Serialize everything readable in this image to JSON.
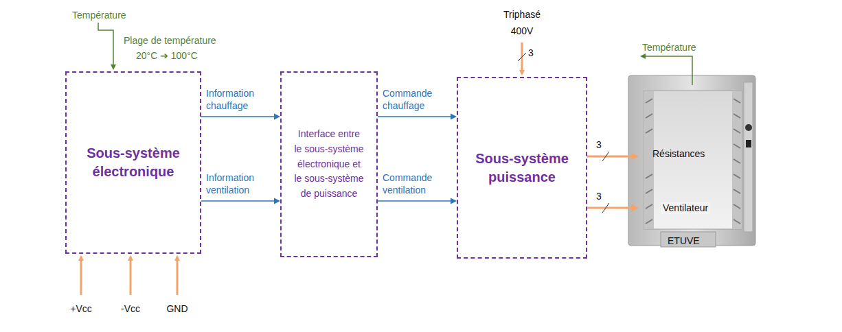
{
  "diagram": {
    "nodes": [
      {
        "text": [
          "Sous-système électronique"
        ]
      },
      {
        "text": [
          "Interface entre le sous-système électronique et le sous-système de puissance"
        ]
      },
      {
        "text": [
          "Sous-système puissance"
        ]
      },
      {
        "text": [
          "Résistances",
          "Ventilateur",
          "ETUVE"
        ]
      }
    ],
    "edges": [
      {
        "from": 0,
        "to": 1,
        "arrow": "to",
        "label": "Information chauffage"
      },
      {
        "from": 0,
        "to": 1,
        "arrow": "to",
        "label": "Information ventilation"
      },
      {
        "from": 1,
        "to": 2,
        "arrow": "to",
        "label": "Commande chauffage"
      },
      {
        "from": 1,
        "to": 2,
        "arrow": "to",
        "label": "Commande ventilation"
      },
      {
        "from": 2,
        "to": 3,
        "arrow": "to",
        "label": "3"
      },
      {
        "from": 2,
        "to": 3,
        "arrow": "to",
        "label": "3"
      }
    ],
    "labels": [
      "Température",
      "Plage de température",
      "20°C ➔ 100°C",
      "Triphasé 400V",
      "3",
      "Température",
      "+Vcc",
      "-Vcc",
      "GND"
    ]
  }
}
